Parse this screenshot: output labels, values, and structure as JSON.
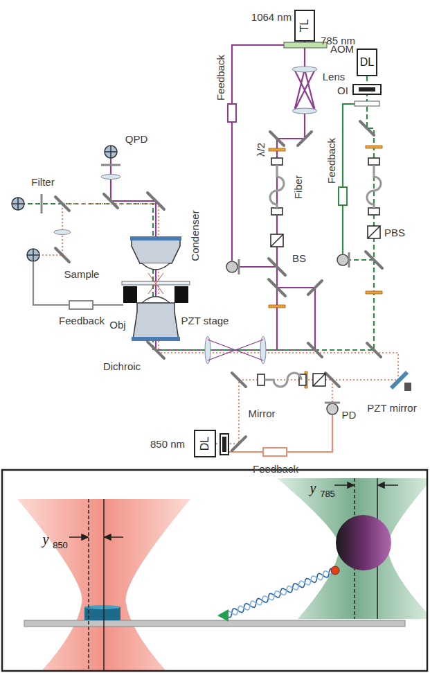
{
  "diagram": {
    "nodes": [
      {
        "text": [
          "TL"
        ]
      },
      {
        "text": [
          "DL"
        ]
      },
      {
        "text": [
          "DL"
        ]
      }
    ],
    "labels": [
      "1064 nm",
      "AOM",
      "Lens",
      "Feedback",
      "λ/2",
      "Fiber",
      "785 nm",
      "OI",
      "Feedback",
      "BS",
      "PBS",
      "QPD",
      "Filter",
      "Condenser",
      "Sample",
      "Feedback",
      "Obj",
      "PZT stage",
      "Dichroic",
      "PZT mirror",
      "850 nm",
      "Mirror",
      "PD",
      "Feedback",
      "y",
      "850",
      "y",
      "785"
    ]
  }
}
